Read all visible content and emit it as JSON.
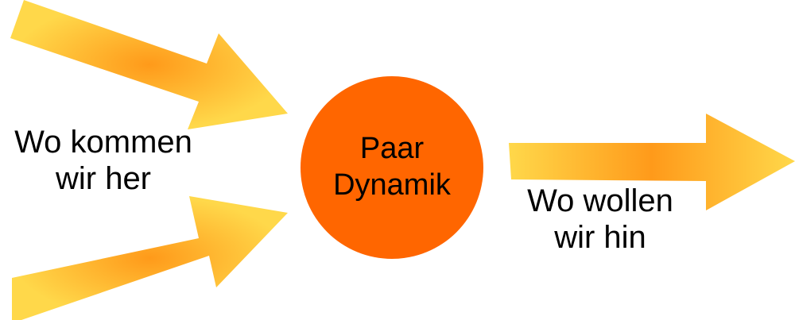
{
  "diagram": {
    "center": {
      "line1": "Paar",
      "line2": "Dynamik",
      "color": "#ff6600"
    },
    "left_label": {
      "line1": "Wo kommen",
      "line2": "wir her"
    },
    "right_label": {
      "line1": "Wo wollen",
      "line2": "wir hin"
    },
    "arrow_colors": {
      "edge": "#ffd84a",
      "core": "#ff9a1a"
    }
  }
}
